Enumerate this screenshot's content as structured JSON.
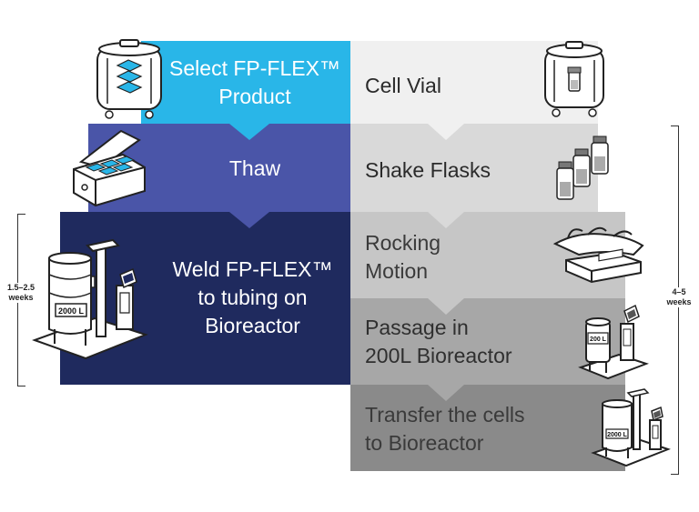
{
  "colors": {
    "step1": "#29b6e8",
    "step2": "#4a55a8",
    "step3": "#1f2a5e",
    "r1": "#f0f0f0",
    "r2": "#d9d9d9",
    "r3": "#c6c6c6",
    "r4": "#a7a7a7",
    "r5": "#8a8a8a"
  },
  "left_steps": [
    {
      "label": "Select FP-FLEX™\nProduct",
      "icon": "incubator-bags-icon"
    },
    {
      "label": "Thaw",
      "icon": "thaw-bath-icon"
    },
    {
      "label": "Weld FP-FLEX™\nto tubing on\nBioreactor",
      "icon": "bioreactor-2000l-icon",
      "vessel_label": "2000 L"
    }
  ],
  "right_steps": [
    {
      "label": "Cell Vial",
      "icon": "incubator-vial-icon"
    },
    {
      "label": "Shake Flasks",
      "icon": "shake-flasks-icon"
    },
    {
      "label": "Rocking\nMotion",
      "icon": "rocking-bag-icon"
    },
    {
      "label": "Passage in\n200L Bioreactor",
      "icon": "bioreactor-200l-icon",
      "vessel_label": "200 L"
    },
    {
      "label": "Transfer the cells\nto Bioreactor",
      "icon": "bioreactor-2000l-icon",
      "vessel_label": "2000 L"
    }
  ],
  "left_duration": "1.5–2.5\nweeks",
  "right_duration": "4–5\nweeks"
}
